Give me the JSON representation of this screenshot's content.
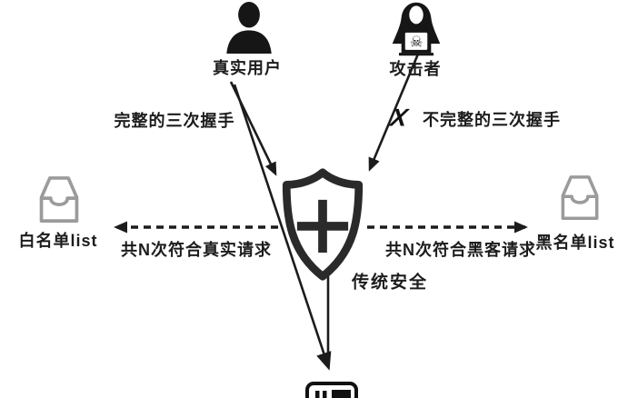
{
  "nodes": {
    "real_user": {
      "label": "真实用户",
      "icon": "person-icon"
    },
    "attacker": {
      "label": "攻击者",
      "icon": "hacker-icon"
    },
    "security": {
      "label": "传统安全",
      "icon": "shield-plus-icon"
    },
    "whitelist": {
      "label": "白名单list",
      "icon": "inbox-tray-icon"
    },
    "blacklist": {
      "label": "黑名单list",
      "icon": "inbox-tray-icon"
    },
    "collector": {
      "icon": "server-icon"
    }
  },
  "edges": {
    "complete_handshake": {
      "label": "完整的三次握手",
      "style": "solid-arrow"
    },
    "incomplete_handshake": {
      "label": "不完整的三次握手",
      "mark": "X",
      "style": "solid-arrow"
    },
    "whitelist_flow": {
      "label": "共N次符合真实请求",
      "style": "dashed-arrow"
    },
    "blacklist_flow": {
      "label": "共N次符合黑客请求",
      "style": "dashed-arrow"
    },
    "to_collector": {
      "style": "solid-arrow"
    }
  },
  "colors": {
    "ink": "#1c1c1c",
    "tray": "#9b9b9b",
    "background": "#ffffff"
  }
}
